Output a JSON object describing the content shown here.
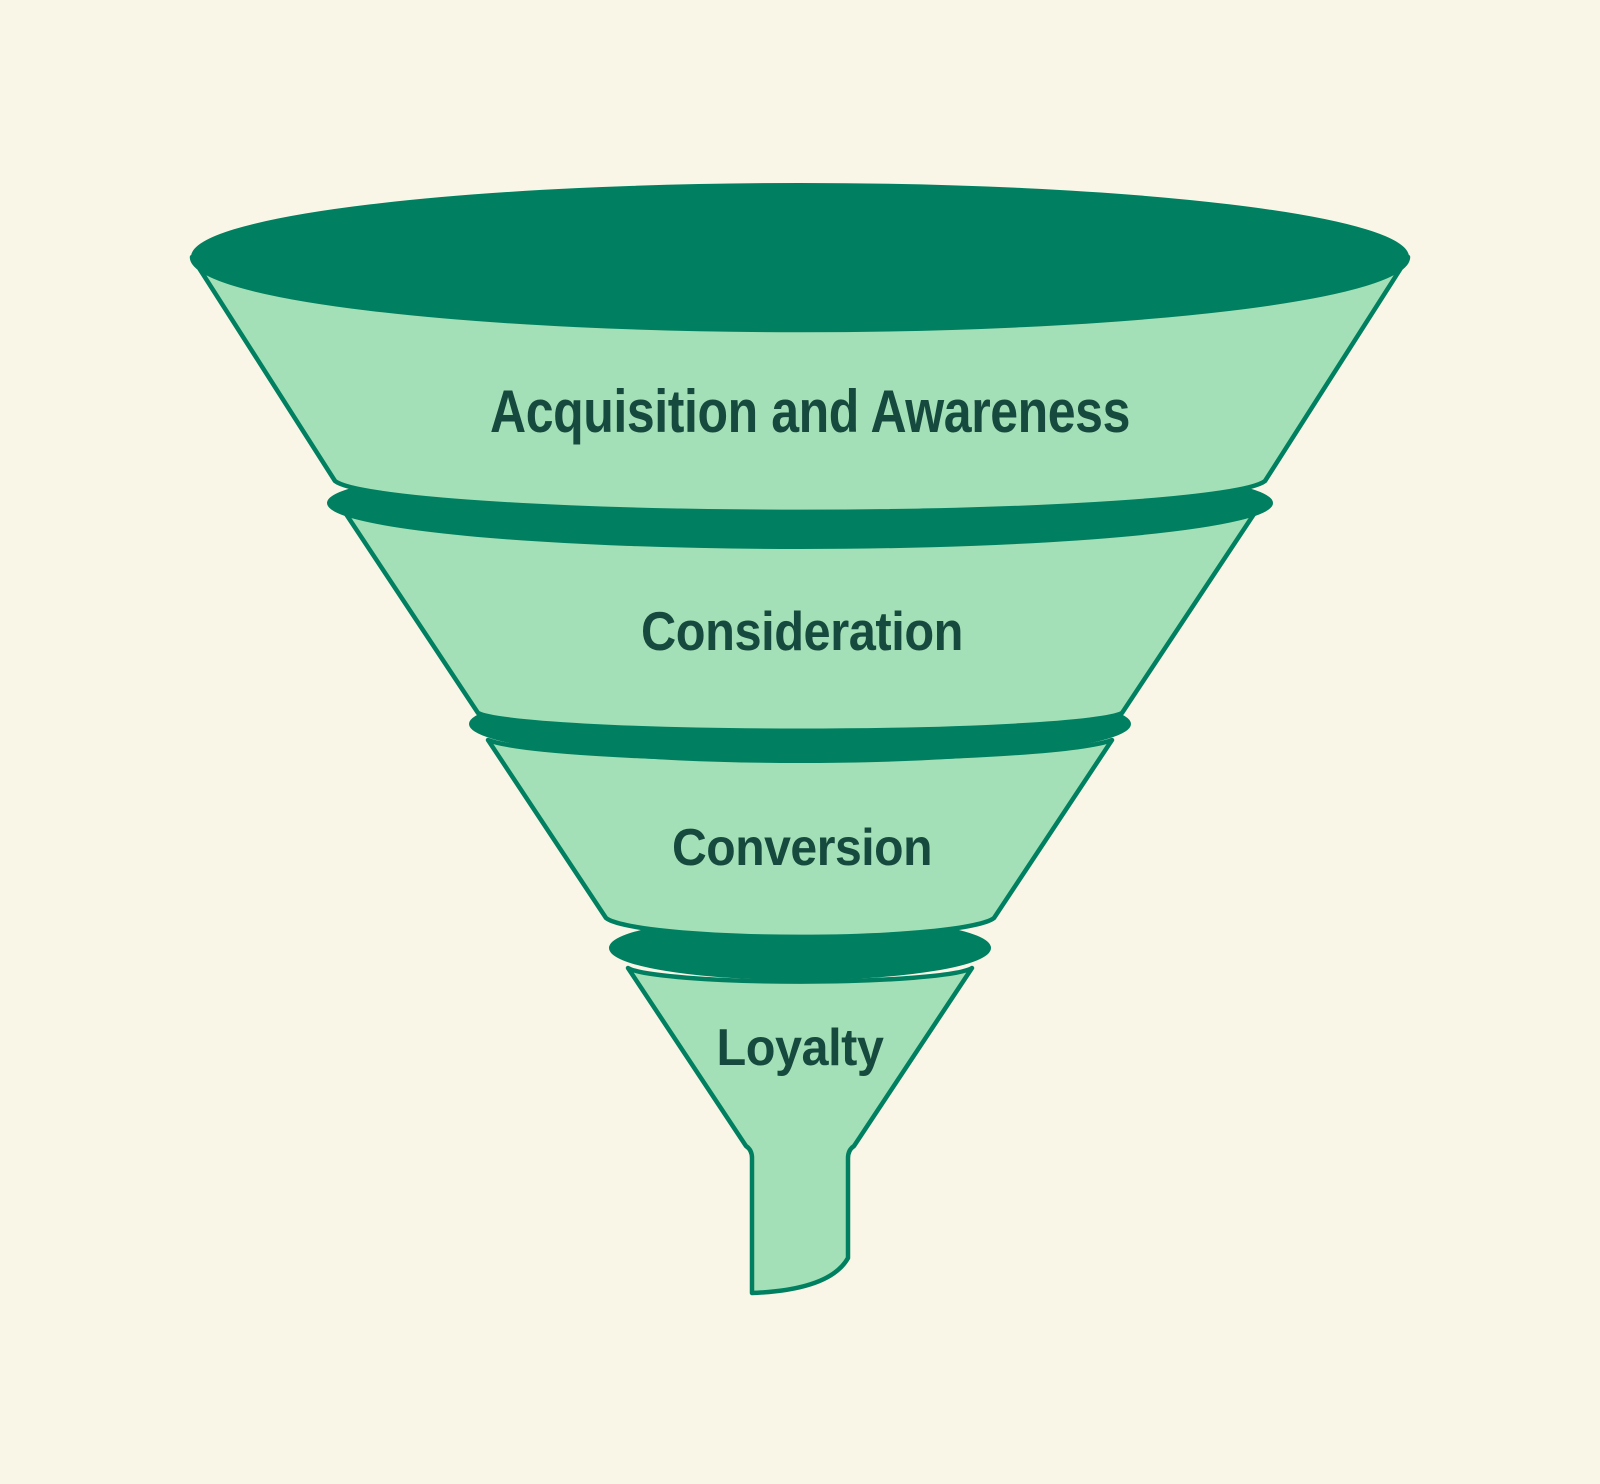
{
  "funnel": {
    "stages": [
      {
        "label": "Acquisition and Awareness"
      },
      {
        "label": "Consideration"
      },
      {
        "label": "Conversion"
      },
      {
        "label": "Loyalty"
      }
    ]
  },
  "colors": {
    "background": "#faf6e7",
    "funnel_fill": "#a4e0b7",
    "funnel_dark": "#008060",
    "label_text": "#174a3e"
  }
}
